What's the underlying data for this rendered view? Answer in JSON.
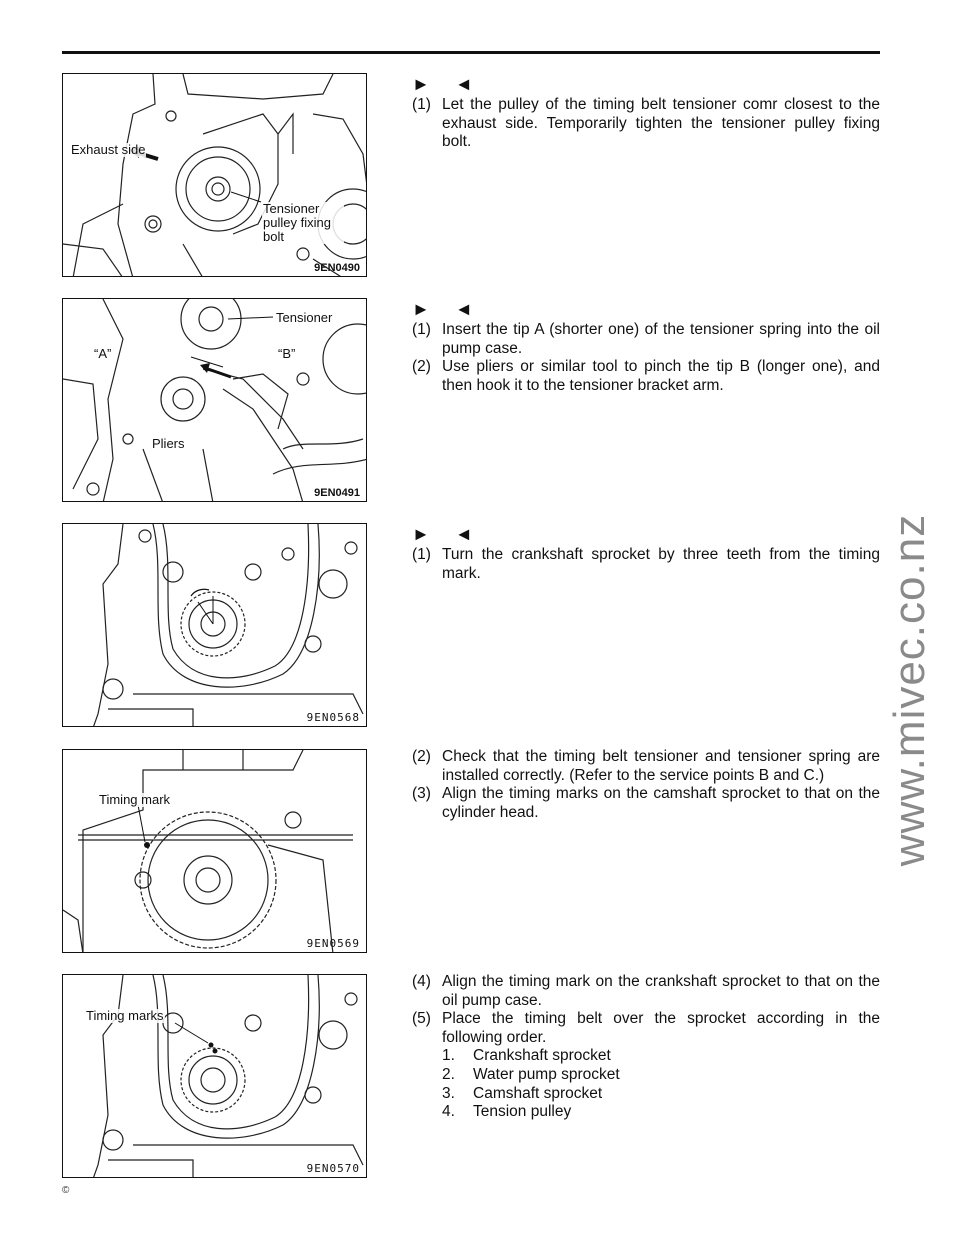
{
  "figures": [
    {
      "code": "9EN0490",
      "labels": [
        "Exhaust side",
        "Tensioner pulley fixing bolt"
      ]
    },
    {
      "code": "9EN0491",
      "labels": [
        "Tensioner",
        "“A”",
        "“B”",
        "Pliers"
      ]
    },
    {
      "code": "9EN0568",
      "labels": []
    },
    {
      "code": "9EN0569",
      "labels": [
        "Timing mark"
      ]
    },
    {
      "code": "9EN0570",
      "labels": [
        "Timing marks"
      ]
    }
  ],
  "sections": [
    {
      "marker": "► ◄",
      "steps": [
        {
          "num": "(1)",
          "text": "Let the pulley of the timing belt tensioner comr closest to the exhaust side. Temporarily tighten the tensioner pulley fixing bolt."
        }
      ]
    },
    {
      "marker": "► ◄",
      "steps": [
        {
          "num": "(1)",
          "text": "Insert the tip A (shorter one) of the tensioner spring into the oil pump case."
        },
        {
          "num": "(2)",
          "text": "Use pliers or similar tool to pinch the tip B (longer one), and then hook it to the tensioner bracket arm."
        }
      ]
    },
    {
      "marker": "► ◄",
      "steps": [
        {
          "num": "(1)",
          "text": "Turn the crankshaft sprocket by three teeth from the timing mark."
        }
      ]
    },
    {
      "marker": "",
      "steps": [
        {
          "num": "(2)",
          "text": "Check that the timing belt tensioner and tensioner spring are installed correctly. (Refer to the service points B and C.)"
        },
        {
          "num": "(3)",
          "text": "Align the timing marks on the camshaft sprocket to that on the cylinder head."
        }
      ]
    },
    {
      "marker": "",
      "steps": [
        {
          "num": "(4)",
          "text": "Align the timing mark on the crankshaft sprocket to that on the oil pump case."
        },
        {
          "num": "(5)",
          "text": "Place the timing belt over the sprocket according in the following order."
        }
      ],
      "order": [
        {
          "n": "1.",
          "text": "Crankshaft sprocket"
        },
        {
          "n": "2.",
          "text": "Water pump sprocket"
        },
        {
          "n": "3.",
          "text": "Camshaft sprocket"
        },
        {
          "n": "4.",
          "text": "Tension pulley"
        }
      ]
    }
  ],
  "watermark": "www.mivec.co.nz",
  "copyright": "©"
}
